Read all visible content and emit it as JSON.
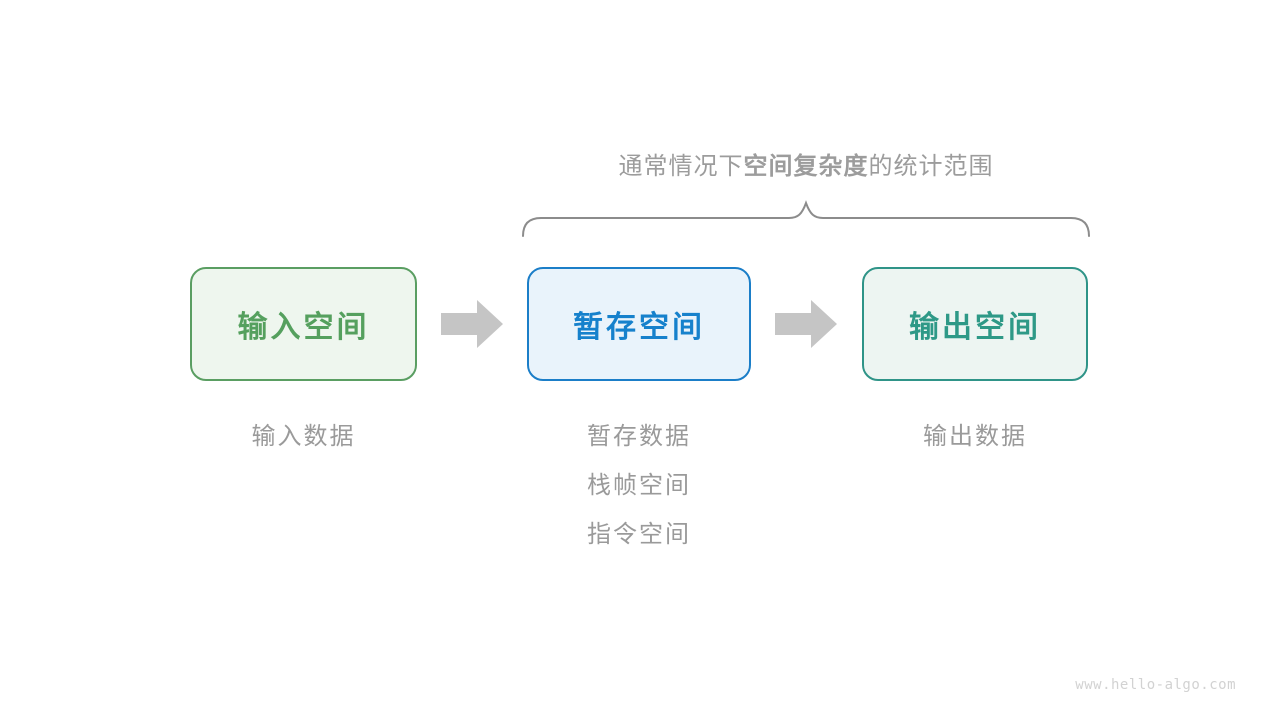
{
  "title": {
    "prefix": "通常情况下",
    "bold": "空间复杂度",
    "suffix": "的统计范围"
  },
  "boxes": [
    {
      "label": "输入空间",
      "border": "#5a9e62",
      "bg": "#eef6ee",
      "text": "#55a05e"
    },
    {
      "label": "暂存空间",
      "border": "#1b7ec8",
      "bg": "#e9f3fb",
      "text": "#1681cc"
    },
    {
      "label": "输出空间",
      "border": "#2f9488",
      "bg": "#edf5f2",
      "text": "#2e9987"
    }
  ],
  "notes": [
    {
      "lines": [
        "输入数据"
      ]
    },
    {
      "lines": [
        "暂存数据",
        "栈帧空间",
        "指令空间"
      ]
    },
    {
      "lines": [
        "输出数据"
      ]
    }
  ],
  "watermark": "www.hello-algo.com",
  "colors": {
    "background": "#ffffff",
    "title_gray": "#9c9c9c",
    "note_gray": "#9a9a9a",
    "brace": "#8c8c8c",
    "arrow": "#c5c5c5",
    "watermark": "#d2d2d2"
  }
}
